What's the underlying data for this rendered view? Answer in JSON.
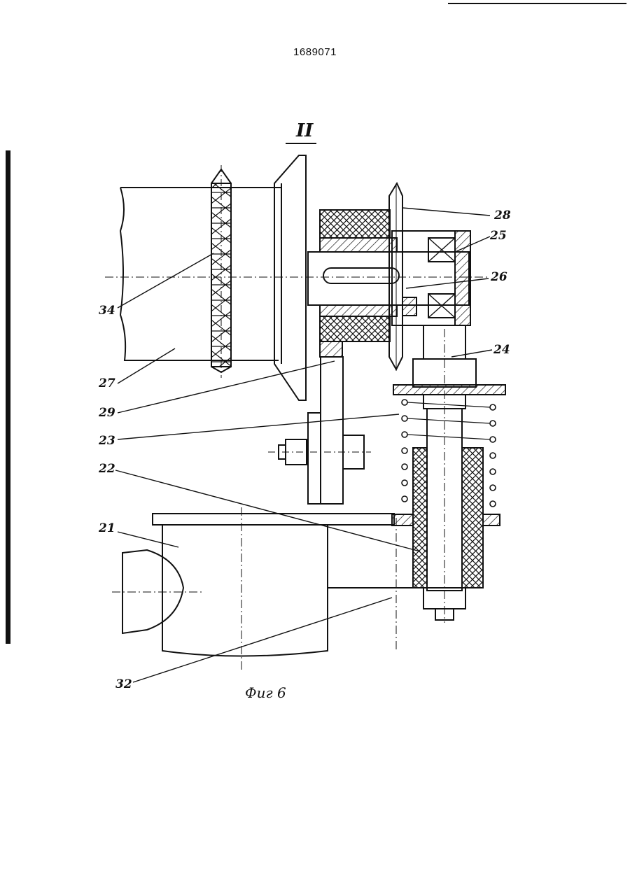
{
  "document_number": "1689071",
  "view_label": "II",
  "caption": "Фиг 6",
  "callouts": {
    "n21": "21",
    "n22": "22",
    "n23": "23",
    "n24": "24",
    "n25": "25",
    "n26": "26",
    "n27": "27",
    "n28": "28",
    "n29": "29",
    "n32": "32",
    "n34": "34"
  }
}
